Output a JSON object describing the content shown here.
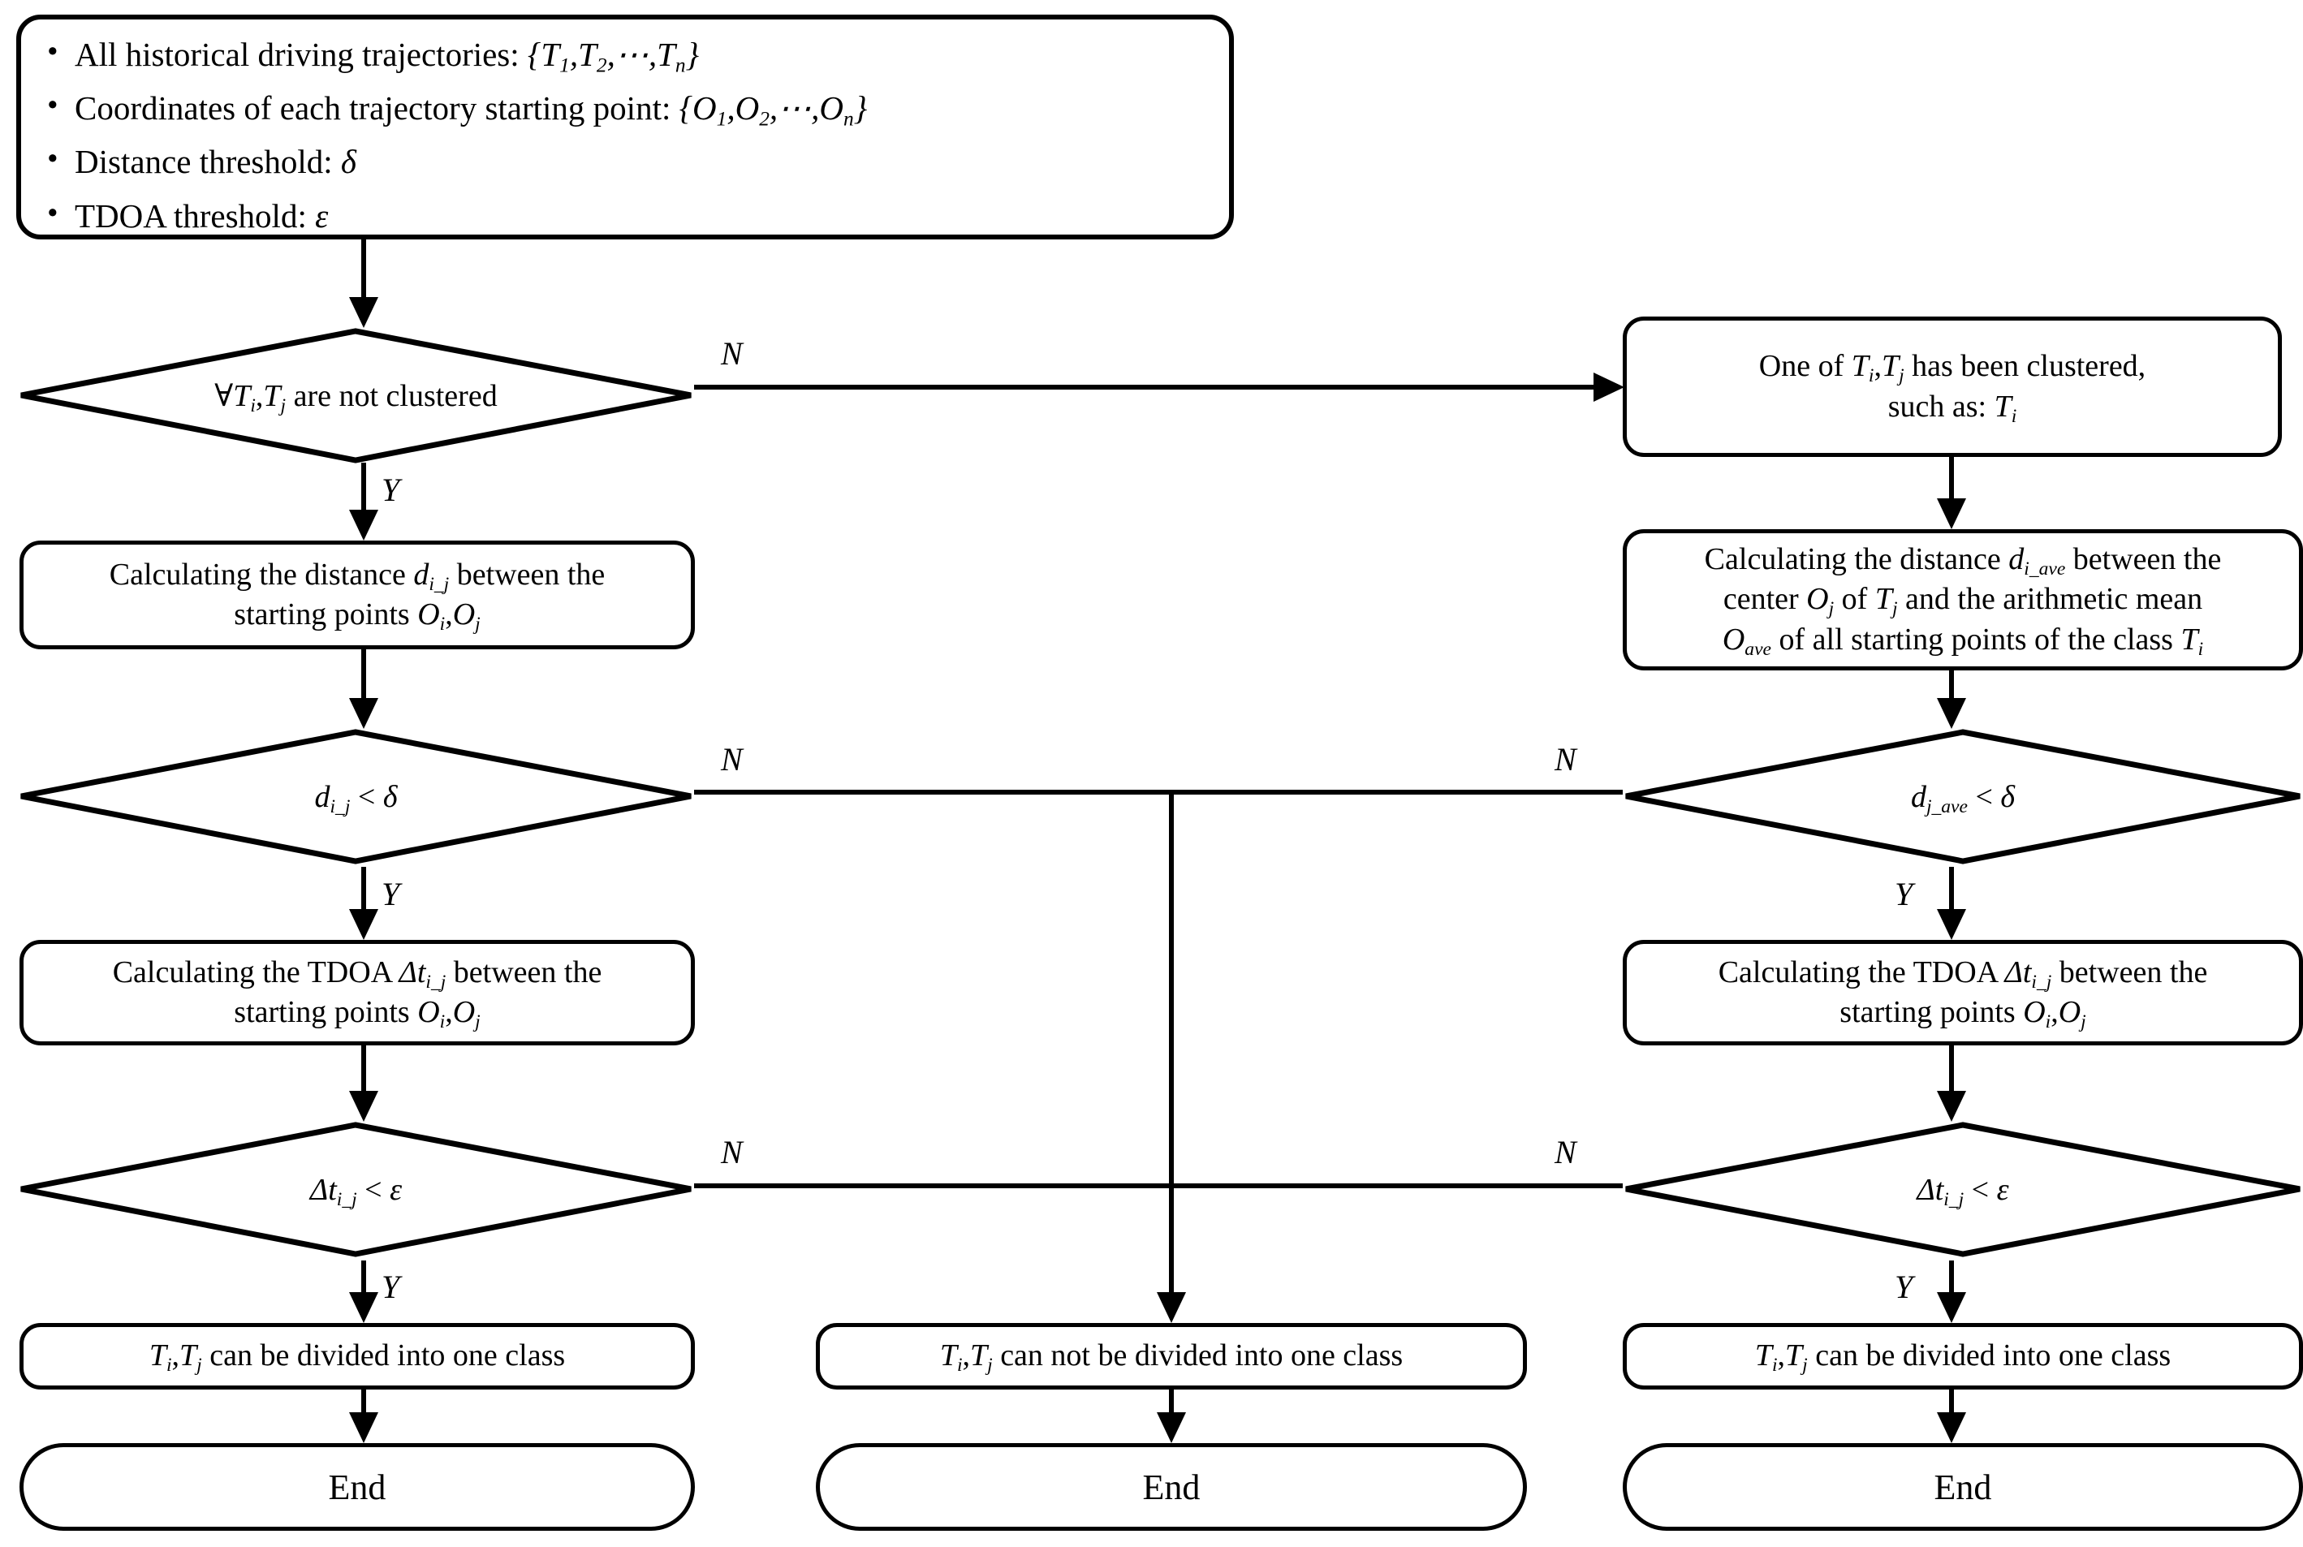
{
  "diagram": {
    "title": "Trajectory clustering decision flowchart",
    "line_color": "#000000",
    "background_color": "#ffffff"
  },
  "input_block": {
    "name": "inputs",
    "items": [
      "All historical driving trajectories: {T₁,T₂,⋯,Tₙ}",
      "Coordinates of each trajectory starting point: {O₁,O₂,⋯,Oₙ}",
      "Distance threshold: δ",
      "TDOA threshold: ε"
    ],
    "item_heads": [
      "All historical driving trajectories:",
      "Coordinates of each trajectory starting point:",
      "Distance threshold:",
      "TDOA threshold:"
    ],
    "item_symbols": [
      "{T1,T2,⋯,Tn}",
      "{O1,O2,⋯,On}",
      "δ",
      "ε"
    ]
  },
  "left_column": {
    "decision_1": {
      "text": "∀Tᵢ,Tⱼ are not clustered",
      "prefix": "∀",
      "yes": "Y",
      "no": "N"
    },
    "process_1": {
      "line1_a": "Calculating the distance ",
      "line1_sym": "d",
      "line1_sub": "i_j",
      "line1_b": " between the",
      "line2_a": "starting points ",
      "line2_sym": "O",
      "line2_sub": "i",
      "line2_sym2": "O",
      "line2_sub2": "j"
    },
    "decision_2": {
      "lhs": "d",
      "sub": "i_j",
      "op": " < ",
      "rhs": "δ",
      "yes": "Y",
      "no": "N"
    },
    "process_2": {
      "line1_a": "Calculating the TDOA ",
      "line1_sym": "Δt",
      "line1_sub": "i_j",
      "line1_b": " between the",
      "line2_a": "starting points ",
      "line2_sym": "O",
      "line2_sub": "i",
      "line2_sym2": "O",
      "line2_sub2": "j"
    },
    "decision_3": {
      "lhs": "Δt",
      "sub": "i_j",
      "op": " < ",
      "rhs": "ε",
      "yes": "Y",
      "no": "N"
    },
    "result": {
      "sym1": "T",
      "sub1": "i",
      "sym2": "T",
      "sub2": "j",
      "text": " can be divided into one class"
    },
    "terminator": "End"
  },
  "middle_column": {
    "result": {
      "sym1": "T",
      "sub1": "i",
      "sym2": "T",
      "sub2": "j",
      "text": " can not be divided into one class"
    },
    "terminator": "End"
  },
  "right_column": {
    "process_0": {
      "line1_a": "One of ",
      "line1_sym1": "T",
      "line1_sub1": "i",
      "line1_sym2": "T",
      "line1_sub2": "j",
      "line1_b": " has been clustered,",
      "line2_a": "such as: ",
      "line2_sym": "T",
      "line2_sub": "i"
    },
    "process_1": {
      "line1_a": "Calculating the distance ",
      "line1_sym": "d",
      "line1_sub": "i_ave",
      "line1_b": " between the",
      "line2_a": "center ",
      "line2_sym1": "O",
      "line2_sub1": "j",
      "line2_b": " of ",
      "line2_sym2": "T",
      "line2_sub2": "j",
      "line2_c": " and the arithmetic mean",
      "line3_sym": "O",
      "line3_sub": "ave",
      "line3_a": " of all starting points of the class ",
      "line3_sym2": "T",
      "line3_sub2": "i"
    },
    "decision_2": {
      "lhs": "d",
      "sub": "j_ave",
      "op": " < ",
      "rhs": "δ",
      "yes": "Y",
      "no": "N"
    },
    "process_2": {
      "line1_a": "Calculating the TDOA ",
      "line1_sym": "Δt",
      "line1_sub": "i_j",
      "line1_b": " between the",
      "line2_a": "starting points ",
      "line2_sym": "O",
      "line2_sub": "i",
      "line2_sym2": "O",
      "line2_sub2": "j"
    },
    "decision_3": {
      "lhs": "Δt",
      "sub": "i_j",
      "op": " < ",
      "rhs": "ε",
      "yes": "Y",
      "no": "N"
    },
    "result": {
      "sym1": "T",
      "sub1": "i",
      "sym2": "T",
      "sub2": "j",
      "text": " can be divided into one class"
    },
    "terminator": "End"
  },
  "branch_labels": {
    "d1_no": "N",
    "d1_yes": "Y",
    "l_d2_no": "N",
    "l_d2_yes": "Y",
    "l_d3_no": "N",
    "l_d3_yes": "Y",
    "r_d2_no": "N",
    "r_d2_yes": "Y",
    "r_d3_no": "N",
    "r_d3_yes": "Y"
  }
}
